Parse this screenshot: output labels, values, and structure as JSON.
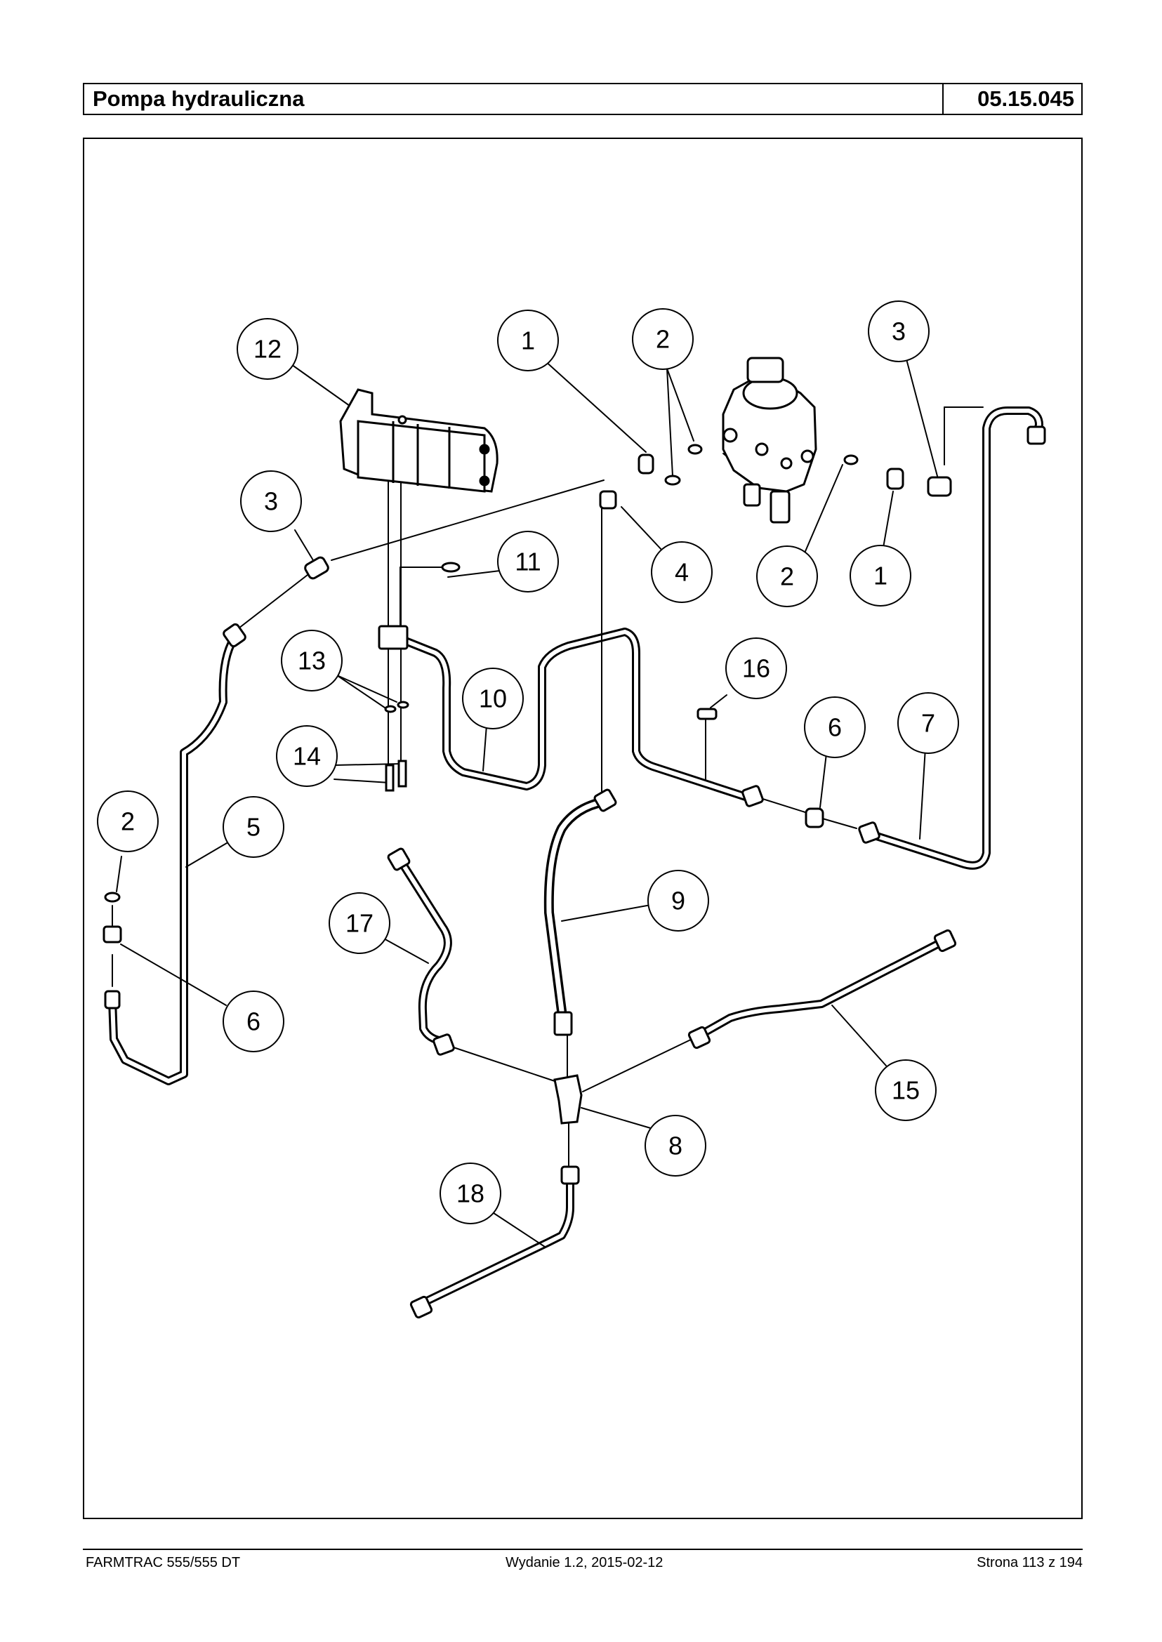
{
  "header": {
    "title": "Pompa hydrauliczna",
    "code": "05.15.045"
  },
  "callouts": [
    {
      "id": "c12",
      "label": "12"
    },
    {
      "id": "c1a",
      "label": "1"
    },
    {
      "id": "c2a",
      "label": "2"
    },
    {
      "id": "c3a",
      "label": "3"
    },
    {
      "id": "c3b",
      "label": "3"
    },
    {
      "id": "c11",
      "label": "11"
    },
    {
      "id": "c4",
      "label": "4"
    },
    {
      "id": "c2b",
      "label": "2"
    },
    {
      "id": "c1b",
      "label": "1"
    },
    {
      "id": "c13",
      "label": "13"
    },
    {
      "id": "c10",
      "label": "10"
    },
    {
      "id": "c16",
      "label": "16"
    },
    {
      "id": "c6a",
      "label": "6"
    },
    {
      "id": "c7",
      "label": "7"
    },
    {
      "id": "c14",
      "label": "14"
    },
    {
      "id": "c2c",
      "label": "2"
    },
    {
      "id": "c5",
      "label": "5"
    },
    {
      "id": "c9",
      "label": "9"
    },
    {
      "id": "c17",
      "label": "17"
    },
    {
      "id": "c6b",
      "label": "6"
    },
    {
      "id": "c15",
      "label": "15"
    },
    {
      "id": "c8",
      "label": "8"
    },
    {
      "id": "c18",
      "label": "18"
    }
  ],
  "footer": {
    "left": "FARMTRAC 555/555 DT",
    "center": "Wydanie 1.2,  2015-02-12",
    "right": "Strona 113 z 194"
  }
}
